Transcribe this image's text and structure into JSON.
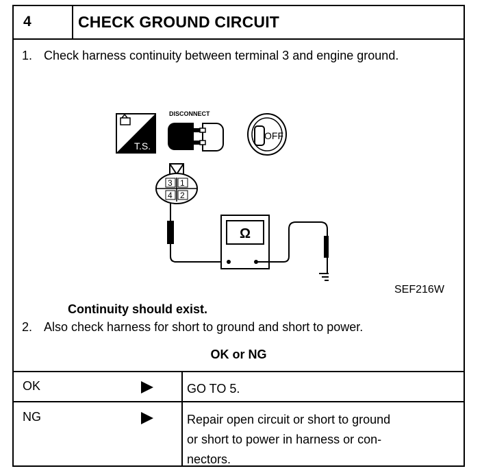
{
  "header": {
    "step_number": "4",
    "title": "CHECK GROUND CIRCUIT"
  },
  "steps": [
    {
      "number": "1.",
      "text": "Check harness continuity between terminal 3 and engine ground."
    },
    {
      "number": "2.",
      "text": "Also check harness for short to ground and short to power."
    }
  ],
  "diagram": {
    "disconnect_label": "DISCONNECT",
    "ts_label": "T.S.",
    "off_label": "OFF",
    "ohm_symbol": "Ω",
    "terminals": [
      "3",
      "1",
      "4",
      "2"
    ],
    "figure_code": "SEF216W"
  },
  "expected_result": "Continuity should exist.",
  "decision_label": "OK or NG",
  "results": [
    {
      "result": "OK",
      "action": "GO TO 5."
    },
    {
      "result": "NG",
      "action_lines": [
        "Repair open circuit or short to ground",
        "or short to power in harness or con-",
        "nectors."
      ]
    }
  ]
}
